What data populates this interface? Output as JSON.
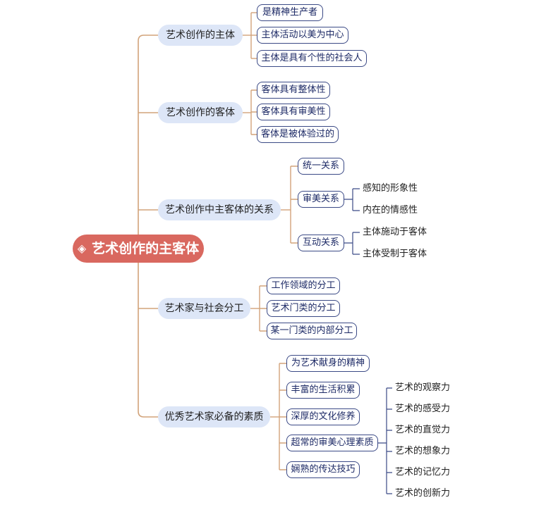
{
  "root": {
    "label": "艺术创作的主客体",
    "icon": "diamond-icon"
  },
  "branches": [
    {
      "label": "艺术创作的主体",
      "children": [
        "是精神生产者",
        "主体活动以美为中心",
        "主体是具有个性的社会人"
      ]
    },
    {
      "label": "艺术创作的客体",
      "children": [
        "客体具有整体性",
        "客体具有审美性",
        "客体是被体验过的"
      ]
    },
    {
      "label": "艺术创作中主客体的关系",
      "children": [
        "统一关系",
        "审美关系",
        "互动关系"
      ],
      "sub": {
        "aesthetic": [
          "感知的形象性",
          "内在的情感性"
        ],
        "interactive": [
          "主体施动于客体",
          "主体受制于客体"
        ]
      }
    },
    {
      "label": "艺术家与社会分工",
      "children": [
        "工作领域的分工",
        "艺术门类的分工",
        "某一门类的内部分工"
      ]
    },
    {
      "label": "优秀艺术家必备的素质",
      "children": [
        "为艺术献身的精神",
        "丰富的生活积累",
        "深厚的文化修养",
        "超常的审美心理素质",
        "娴熟的传达技巧"
      ],
      "sub": {
        "psych": [
          "艺术的观察力",
          "艺术的感受力",
          "艺术的直觉力",
          "艺术的想象力",
          "艺术的记忆力",
          "艺术的创新力"
        ]
      }
    }
  ],
  "colors": {
    "root": "#d9685f",
    "branch_fill": "#dde6f7",
    "box_border": "#3b4a86",
    "trunk_line": "#d2a37a",
    "leaf_line": "#3b4a86"
  }
}
